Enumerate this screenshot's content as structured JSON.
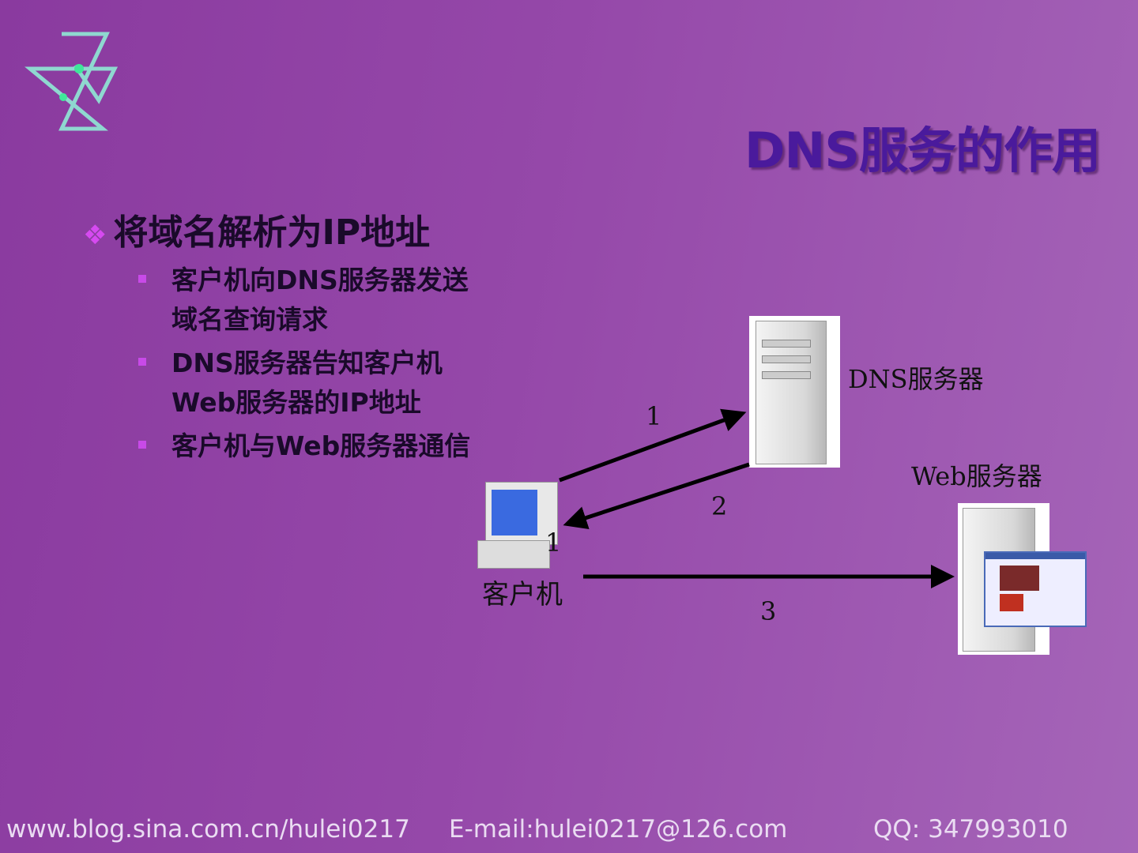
{
  "title": "DNS服务的作用",
  "bullet": {
    "label": "将域名解析为IP地址",
    "items": [
      {
        "lines": [
          "客户机向DNS服务器发送",
          "域名查询请求"
        ]
      },
      {
        "lines": [
          "DNS服务器告知客户机",
          "Web服务器的IP地址"
        ]
      },
      {
        "lines": [
          "客户机与Web服务器通信"
        ]
      }
    ]
  },
  "diagram": {
    "client_label": "客户机",
    "dns_label": "DNS服务器",
    "web_label": "Web服务器",
    "stray_label": "1",
    "steps": [
      "1",
      "2",
      "3"
    ]
  },
  "footer": {
    "blog": "www.blog.sina.com.cn/hulei0217",
    "email": "E-mail:hulei0217@126.com",
    "qq": "QQ: 347993010"
  },
  "colors": {
    "title": "#4a1a9c",
    "bullet": "#c84ae8",
    "logo": "#7fe0c8"
  }
}
